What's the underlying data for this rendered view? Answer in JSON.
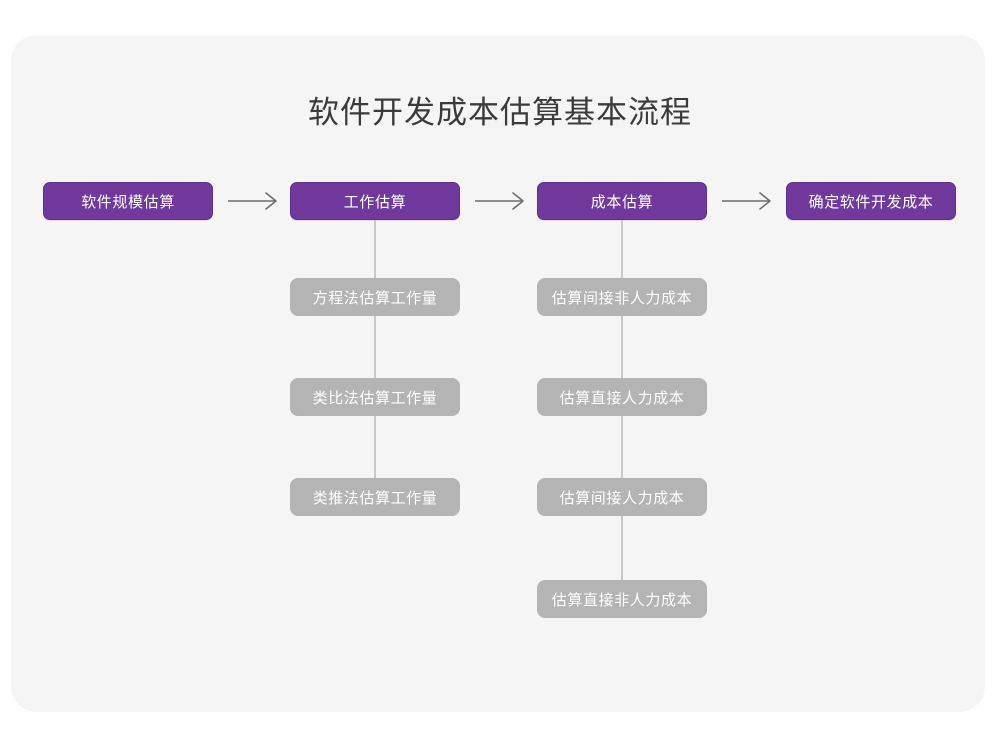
{
  "diagram": {
    "title": "软件开发成本估算基本流程",
    "background_color": "#f5f5f5",
    "page_color": "#ffffff",
    "primary_color": "#70399b",
    "secondary_color": "#b4b4b4",
    "title_color": "#3b3b3b",
    "connector_color": "#c9c9c9",
    "arrow_color": "#6d6d6d",
    "main_flow": [
      {
        "id": "scale",
        "label": "软件规模估算"
      },
      {
        "id": "effort",
        "label": "工作估算"
      },
      {
        "id": "cost",
        "label": "成本估算"
      },
      {
        "id": "final",
        "label": "确定软件开发成本"
      }
    ],
    "arrows": [
      {
        "id": "arrow-1",
        "glyph": "arrow-right-icon"
      },
      {
        "id": "arrow-2",
        "glyph": "arrow-right-icon"
      },
      {
        "id": "arrow-3",
        "glyph": "arrow-right-icon"
      }
    ],
    "effort_methods": [
      {
        "id": "effort-equation",
        "label": "方程法估算工作量"
      },
      {
        "id": "effort-analogy",
        "label": "类比法估算工作量"
      },
      {
        "id": "effort-analogue",
        "label": "类推法估算工作量"
      }
    ],
    "cost_items": [
      {
        "id": "cost-indirect-nonlabor",
        "label": "估算间接非人力成本"
      },
      {
        "id": "cost-direct-labor",
        "label": "估算直接人力成本"
      },
      {
        "id": "cost-indirect-labor",
        "label": "估算间接人力成本"
      },
      {
        "id": "cost-direct-nonlabor",
        "label": "估算直接非人力成本"
      }
    ]
  }
}
